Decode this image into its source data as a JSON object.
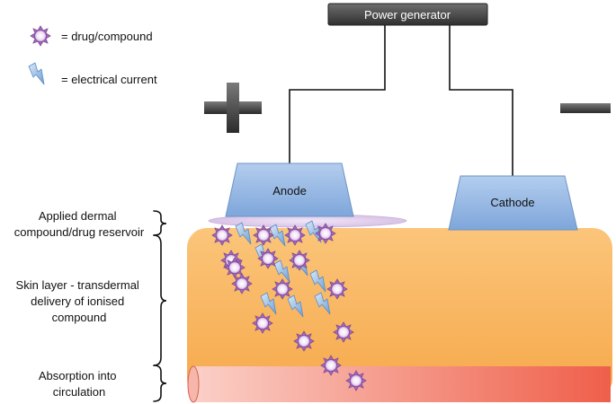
{
  "power_generator": {
    "label": "Power generator"
  },
  "legend": {
    "drug_label": "= drug/compound",
    "current_label": "= electrical current"
  },
  "electrodes": {
    "anode_label": "Anode",
    "cathode_label": "Cathode",
    "positive_symbol": "plus-sign",
    "negative_symbol": "minus-sign"
  },
  "annotations": {
    "reservoir": [
      "Applied dermal",
      "compound/drug reservoir"
    ],
    "skin_layer": [
      "Skin layer - transdermal",
      "delivery of ionised",
      "compound"
    ],
    "absorption": [
      "Absorption into",
      "circulation"
    ]
  },
  "icons": {
    "drug": "drug-molecule-icon",
    "current": "lightning-bolt-icon"
  },
  "colors": {
    "skin": "#f9b562",
    "electrode": "#8fb4e0",
    "vessel": "#f26c5a",
    "drug_outline": "#8a4fa8",
    "current": "#7aa9df",
    "generator": "#4a4a4a"
  }
}
